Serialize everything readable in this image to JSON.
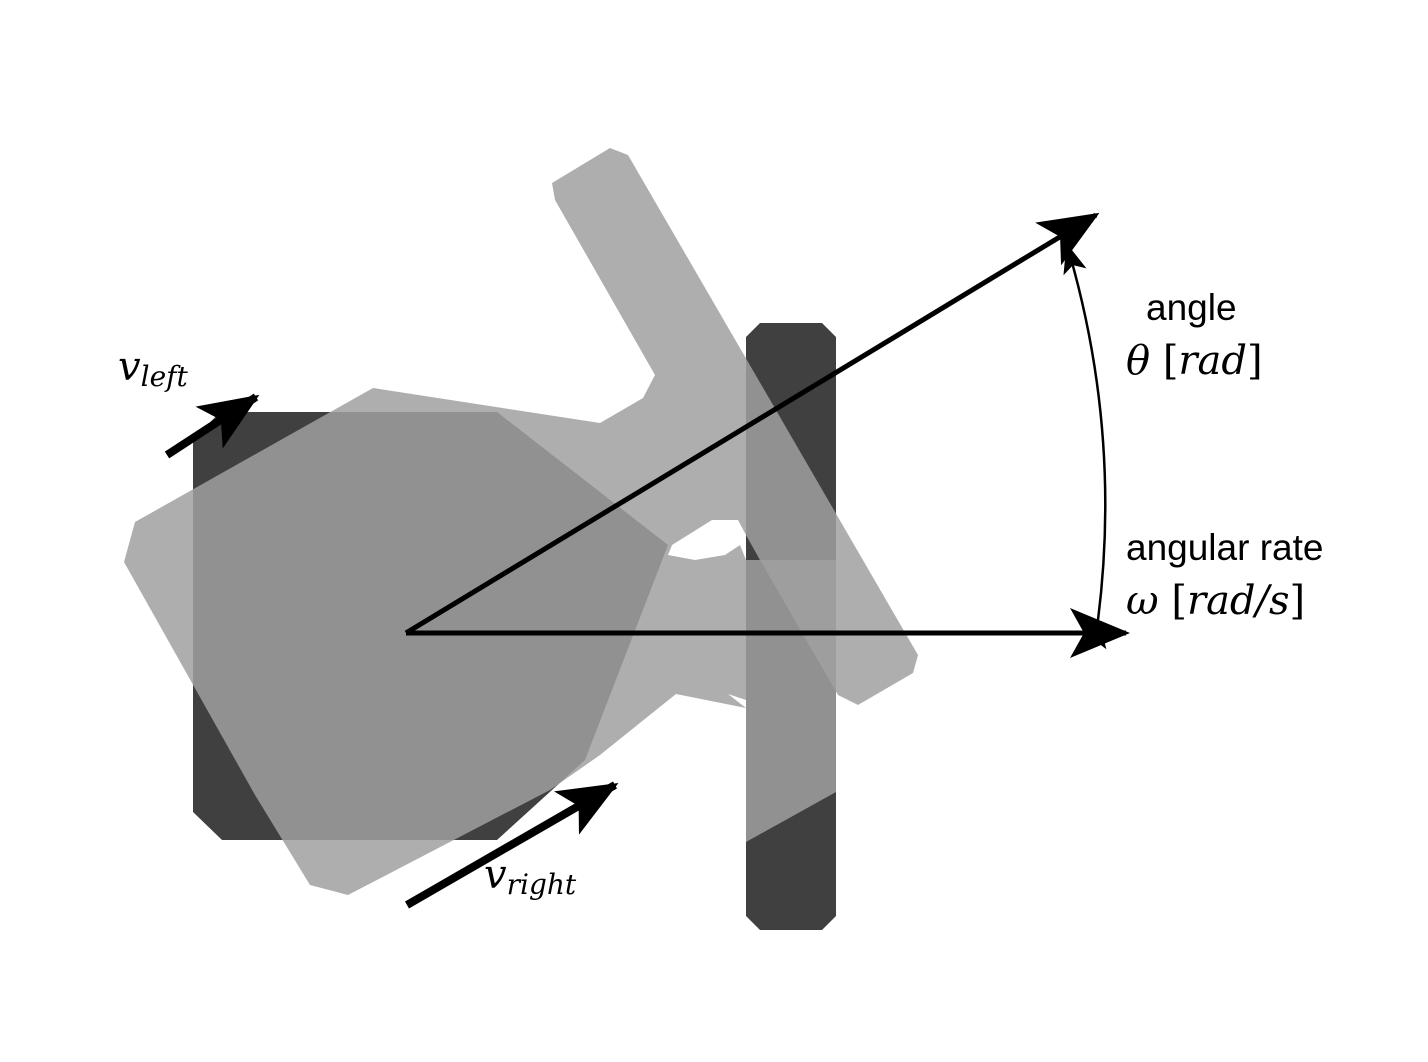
{
  "diagram": {
    "colors": {
      "background": "#ffffff",
      "pose_overlay": "#a0a0a0",
      "pose_overlap": "#404040",
      "arrows": "#000000"
    },
    "labels": {
      "v_left_symbol": "v",
      "v_left_sub": "left",
      "v_right_symbol": "v",
      "v_right_sub": "right",
      "angle_word": "angle",
      "angle_symbol": "θ",
      "angle_unit": "rad",
      "rate_word": "angular rate",
      "rate_symbol": "ω",
      "rate_unit": "rad/s",
      "bracket_open": "[",
      "bracket_close": "]"
    }
  }
}
